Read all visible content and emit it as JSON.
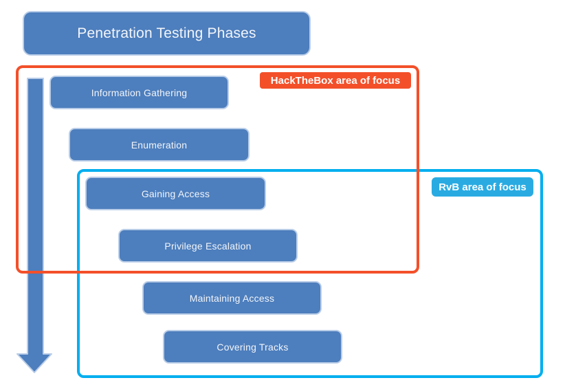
{
  "title": "Penetration Testing Phases",
  "phases": {
    "items": [
      {
        "label": "Information Gathering"
      },
      {
        "label": "Enumeration"
      },
      {
        "label": "Gaining Access"
      },
      {
        "label": "Privilege Escalation"
      },
      {
        "label": "Maintaining Access"
      },
      {
        "label": "Covering Tracks"
      }
    ]
  },
  "focus_areas": {
    "htb": {
      "label": "HackTheBox area of focus",
      "outline_color": "#f3502a",
      "label_bg": "#f3502a"
    },
    "rvb": {
      "label": "RvB area of focus",
      "outline_color": "#00aeef",
      "label_bg": "#29abe2"
    }
  },
  "colors": {
    "phase_fill": "#4d7ebd",
    "phase_border": "#b9cde8",
    "phase_text": "#f2f5fa",
    "background": "#ffffff"
  },
  "icons": {
    "down_arrow": "thick blue downward flow arrow"
  }
}
